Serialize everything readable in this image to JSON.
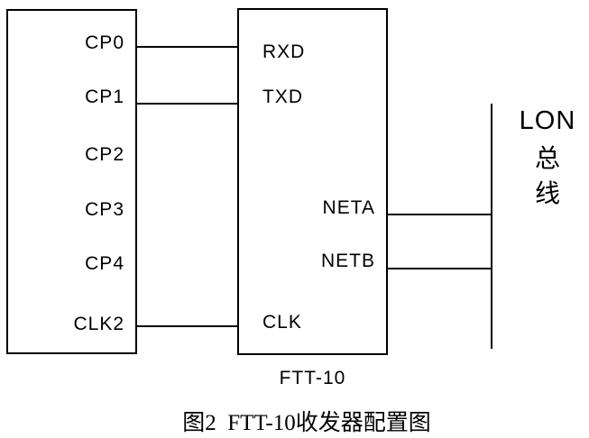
{
  "diagram": {
    "left_box": {
      "pins": [
        "CP0",
        "CP1",
        "CP2",
        "CP3",
        "CP4",
        "CLK2"
      ]
    },
    "right_box": {
      "label": "FTT-10",
      "left_pins": [
        "RXD",
        "TXD",
        "CLK"
      ],
      "right_pins": [
        "NETA",
        "NETB"
      ]
    },
    "bus": {
      "name": "LON",
      "cjk_line1": "总",
      "cjk_line2": "线"
    },
    "connections": [
      {
        "from": "CP0",
        "to": "RXD"
      },
      {
        "from": "CP1",
        "to": "TXD"
      },
      {
        "from": "CLK2",
        "to": "CLK"
      },
      {
        "from": "NETA",
        "to": "LON-bus"
      },
      {
        "from": "NETB",
        "to": "LON-bus"
      }
    ],
    "caption": "图2  FTT-10收发器配置图",
    "colors": {
      "line": "#000000",
      "background": "#ffffff"
    }
  }
}
